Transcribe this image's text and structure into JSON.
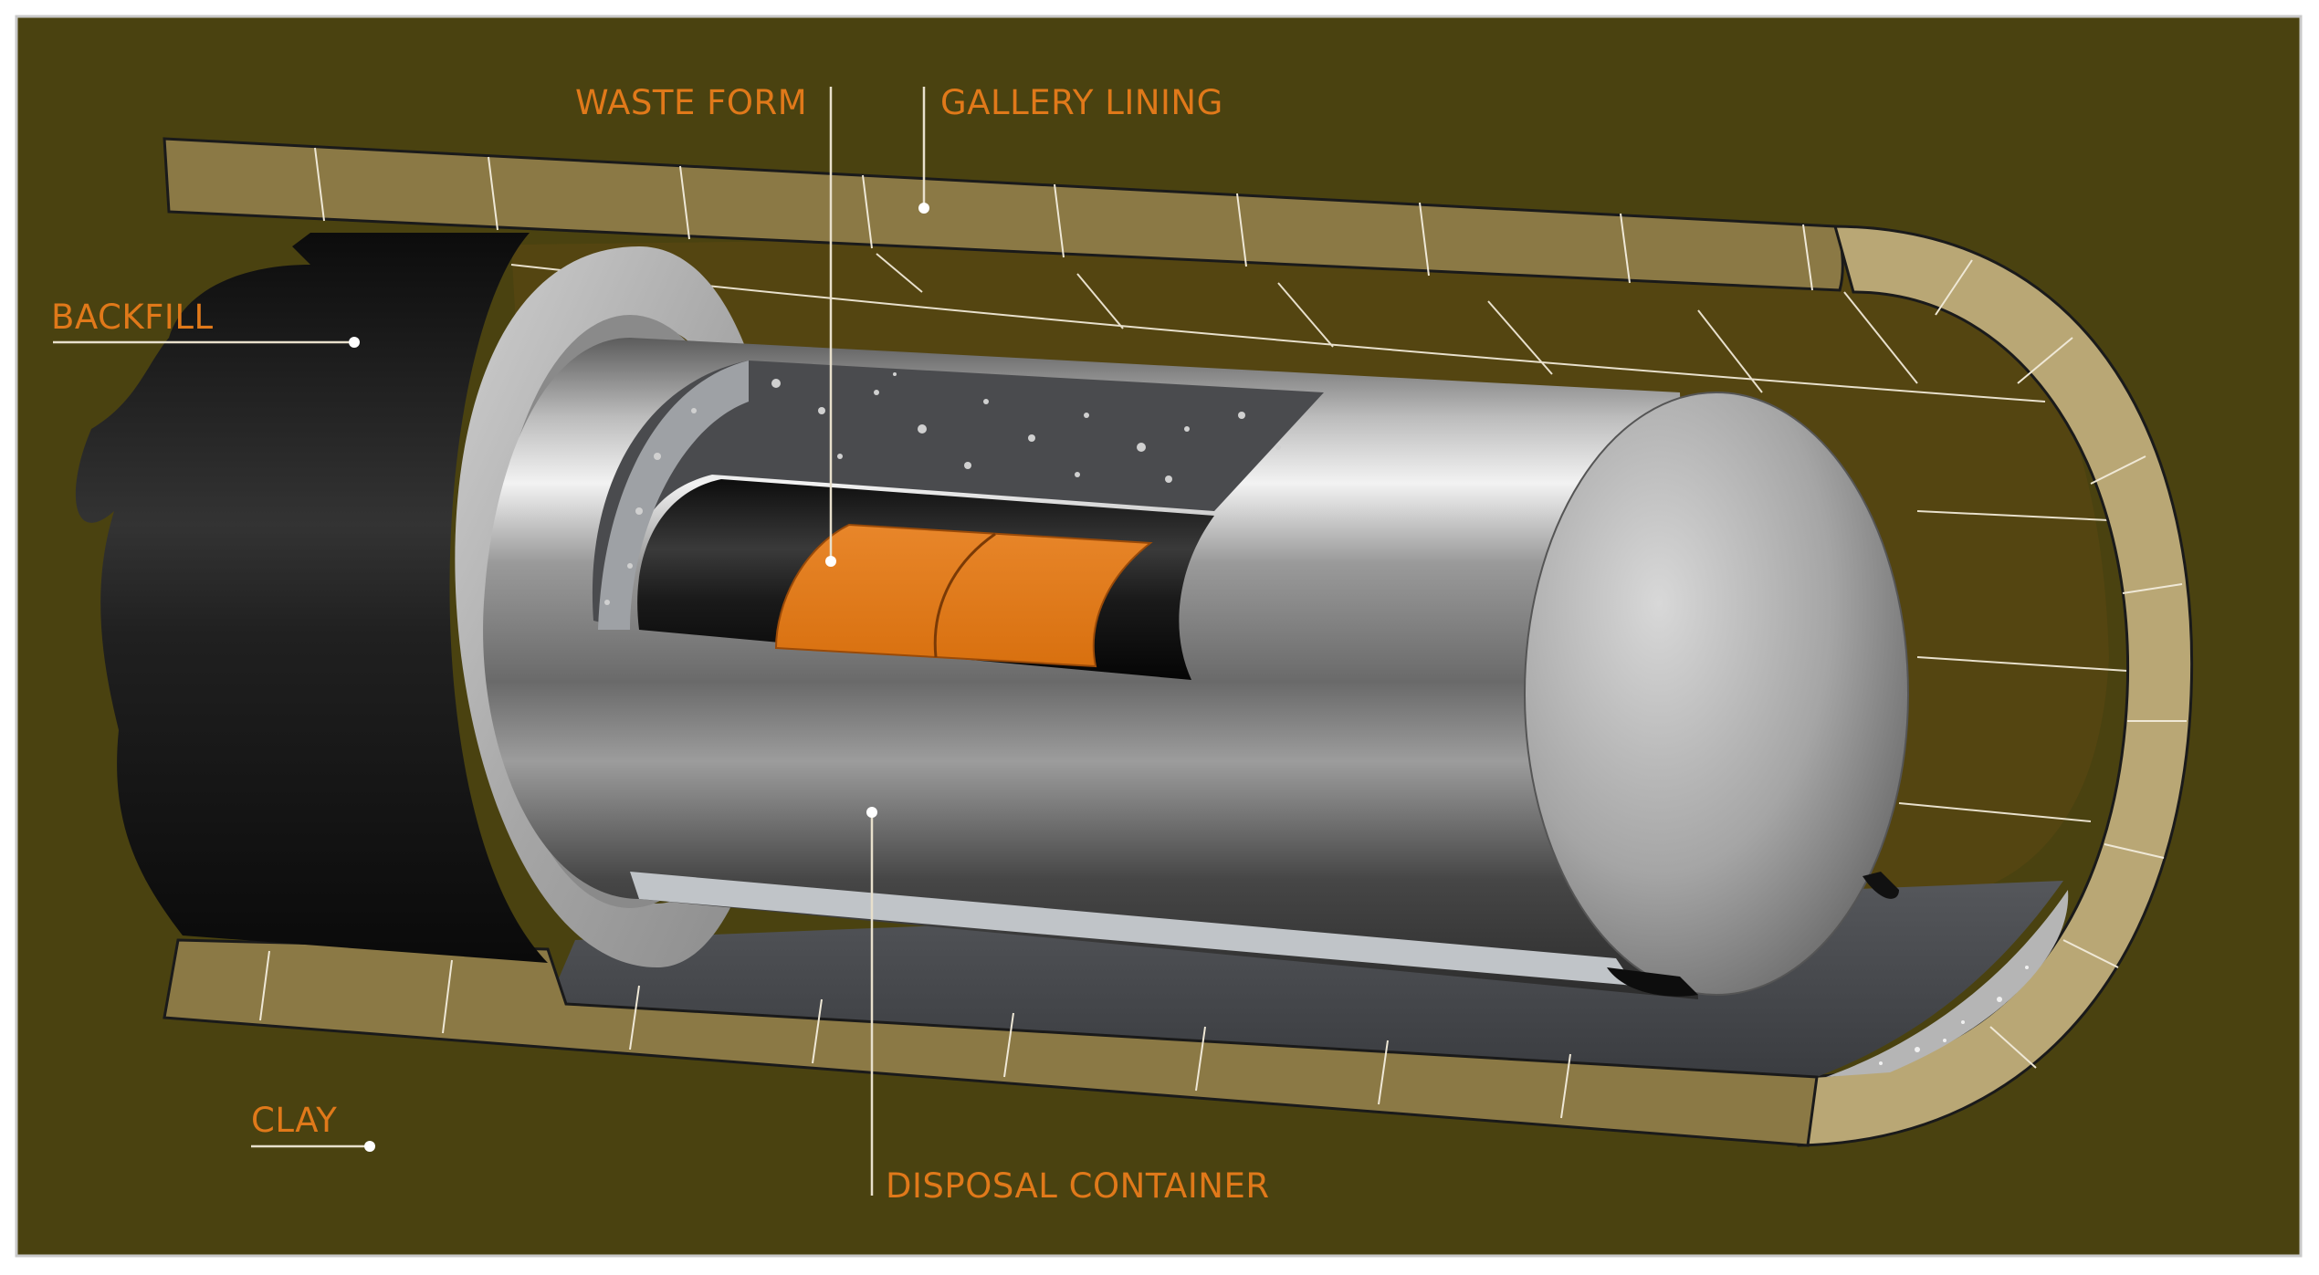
{
  "diagram": {
    "labels": {
      "waste_form": "WASTE FORM",
      "gallery_lining": "GALLERY LINING",
      "backfill": "BACKFILL",
      "clay": "CLAY",
      "disposal_container": "DISPOSAL CONTAINER"
    },
    "colors": {
      "clay": "#4a4210",
      "gallery_lining": "#8b7945",
      "lining_end": "#b9a775",
      "gallery_inner": "#544511",
      "backfill": "#1a1a1a",
      "container": "#9a9a9a",
      "buffer": "#3f4043",
      "waste_form": "#e07817",
      "label_text": "#e0791a",
      "leader_line": "#e8e0cc"
    }
  }
}
